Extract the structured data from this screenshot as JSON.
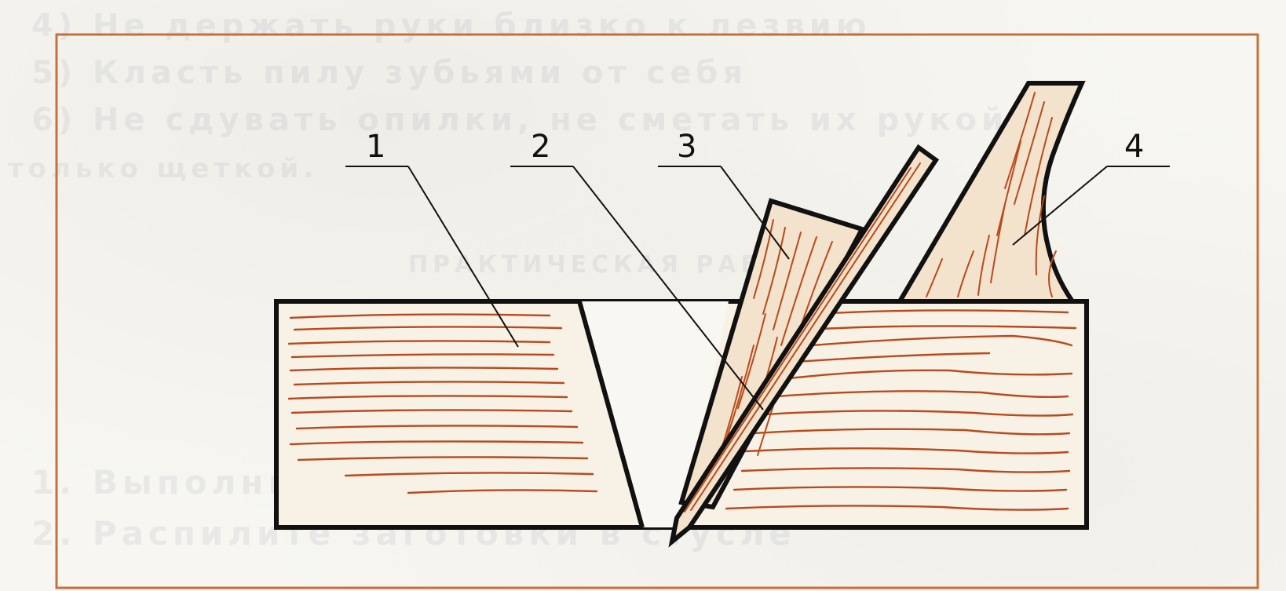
{
  "diagram": {
    "labels": [
      "1",
      "2",
      "3",
      "4"
    ],
    "colors": {
      "frame": "#c8703a",
      "outline": "#111111",
      "wood_grain": "#b94a1c",
      "wood_fill": "#f3e2cc"
    }
  },
  "background": {
    "bleed_through_lines": [
      "4) Не держать руки близко к лезвию",
      "5) Класть пилу зубьями от себя",
      "6) Не сдувать опилки, не сметать их рукой",
      "только щеткой.",
      "ПРАКТИЧЕСКАЯ РАБОТА",
      "1. Выполните разметку заготовки",
      "2. Распилите заготовки в стусле"
    ]
  }
}
